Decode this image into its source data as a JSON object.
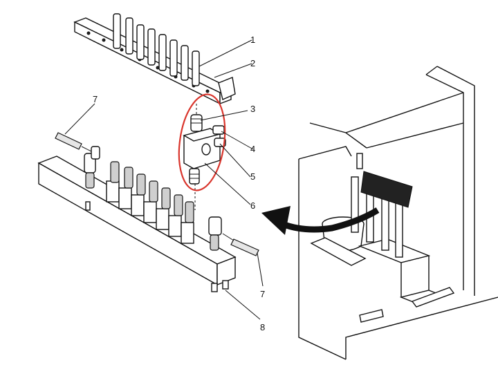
{
  "callouts": [
    {
      "id": "1",
      "text": "1"
    },
    {
      "id": "2",
      "text": "2"
    },
    {
      "id": "3",
      "text": "3"
    },
    {
      "id": "4",
      "text": "4"
    },
    {
      "id": "5",
      "text": "5"
    },
    {
      "id": "6",
      "text": "6"
    },
    {
      "id": "7a",
      "text": "7"
    },
    {
      "id": "7b",
      "text": "7"
    },
    {
      "id": "8",
      "text": "8"
    }
  ],
  "colors": {
    "highlight": "#d9342b",
    "arrow": "#111111",
    "line": "#111111",
    "shade": "#cfcfcf"
  }
}
